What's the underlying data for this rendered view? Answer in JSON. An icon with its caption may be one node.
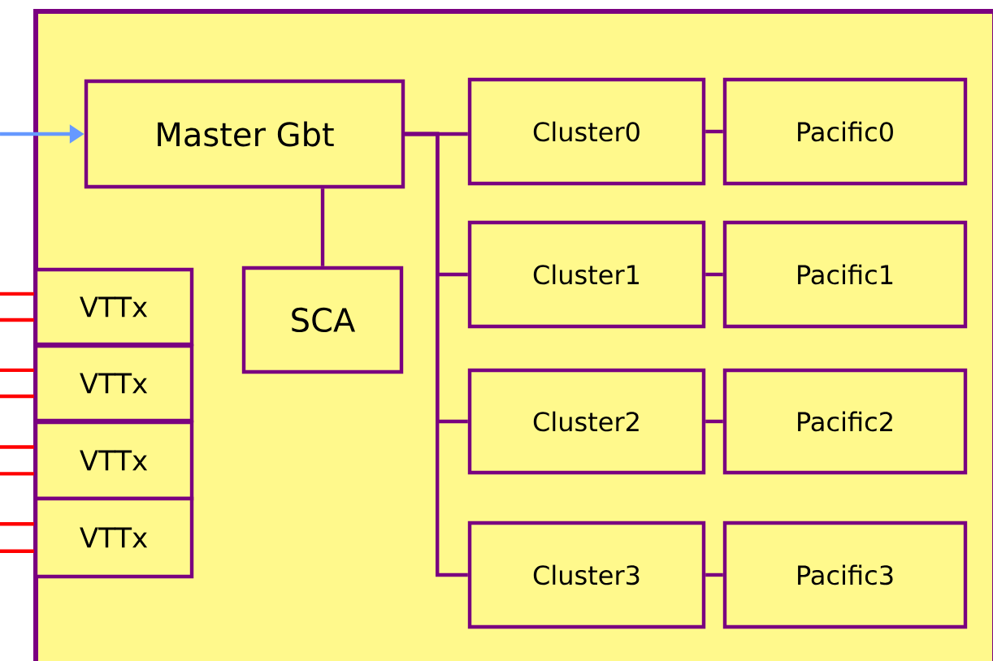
{
  "diagram": {
    "nodes": [
      {
        "text": [],
        "shape": "box"
      },
      {
        "text": [
          "Master Gbt"
        ],
        "in": 0
      },
      {
        "text": [
          "Cluster0"
        ],
        "in": 0
      },
      {
        "text": [
          "Cluster1"
        ],
        "in": 0
      },
      {
        "text": [
          "Cluster2"
        ],
        "in": 0
      },
      {
        "text": [
          "Cluster3"
        ],
        "in": 0
      },
      {
        "text": [
          "Pacific0"
        ],
        "in": 0
      },
      {
        "text": [
          "Pacific1"
        ],
        "in": 0
      },
      {
        "text": [
          "Pacific2"
        ],
        "in": 0
      },
      {
        "text": [
          "Pacific3"
        ],
        "in": 0
      },
      {
        "text": [
          "SCA"
        ],
        "in": 0
      },
      {
        "text": [
          "VTTx"
        ],
        "in": 0
      },
      {
        "text": [
          "VTTx"
        ],
        "in": 0
      },
      {
        "text": [
          "VTTx"
        ],
        "in": 0
      },
      {
        "text": [
          "VTTx"
        ],
        "in": 0
      }
    ],
    "edges": [
      {
        "from": null,
        "to": 1,
        "arrow": "to",
        "color": "#6699ff"
      },
      {
        "from": 1,
        "to": 2,
        "arrow": "none"
      },
      {
        "from": 1,
        "to": 3,
        "arrow": "none"
      },
      {
        "from": 1,
        "to": 4,
        "arrow": "none"
      },
      {
        "from": 1,
        "to": 5,
        "arrow": "none"
      },
      {
        "from": 2,
        "to": 6,
        "arrow": "none"
      },
      {
        "from": 3,
        "to": 7,
        "arrow": "none"
      },
      {
        "from": 4,
        "to": 8,
        "arrow": "none"
      },
      {
        "from": 5,
        "to": 9,
        "arrow": "none"
      },
      {
        "from": 1,
        "to": 10,
        "arrow": "none"
      },
      {
        "from": null,
        "to": 11,
        "arrow": "none",
        "color": "#ff0000"
      },
      {
        "from": null,
        "to": 11,
        "arrow": "none",
        "color": "#ff0000"
      },
      {
        "from": null,
        "to": 12,
        "arrow": "none",
        "color": "#ff0000"
      },
      {
        "from": null,
        "to": 12,
        "arrow": "none",
        "color": "#ff0000"
      },
      {
        "from": null,
        "to": 13,
        "arrow": "none",
        "color": "#ff0000"
      },
      {
        "from": null,
        "to": 13,
        "arrow": "none",
        "color": "#ff0000"
      },
      {
        "from": null,
        "to": 14,
        "arrow": "none",
        "color": "#ff0000"
      },
      {
        "from": null,
        "to": 14,
        "arrow": "none",
        "color": "#ff0000"
      }
    ]
  }
}
